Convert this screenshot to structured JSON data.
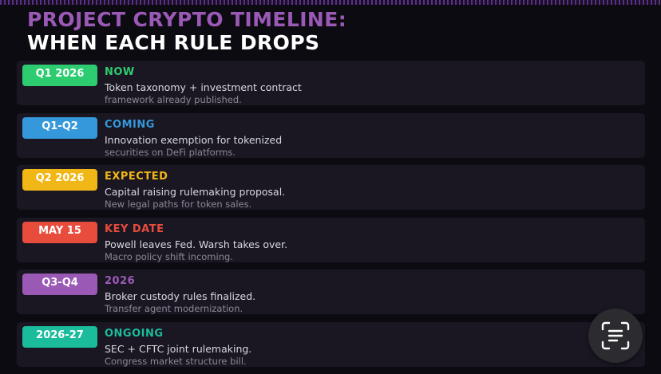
{
  "title": {
    "line1": "PROJECT CRYPTO TIMELINE:",
    "line2": "WHEN EACH RULE DROPS"
  },
  "rows": [
    {
      "badge": "Q1 2026",
      "label": "NOW",
      "main": "Token taxonomy + investment contract",
      "sub": "framework already published.",
      "color": "#2ecc71"
    },
    {
      "badge": "Q1-Q2",
      "label": "COMING",
      "main": "Innovation exemption for tokenized",
      "sub": "securities on DeFi platforms.",
      "color": "#3498db"
    },
    {
      "badge": "Q2 2026",
      "label": "EXPECTED",
      "main": "Capital raising rulemaking proposal.",
      "sub": "New legal paths for token sales.",
      "color": "#f1b716"
    },
    {
      "badge": "MAY 15",
      "label": "KEY DATE",
      "main": "Powell leaves Fed. Warsh takes over.",
      "sub": "Macro policy shift incoming.",
      "color": "#e74c3c"
    },
    {
      "badge": "Q3-Q4",
      "label": "2026",
      "main": "Broker custody rules finalized.",
      "sub": "Transfer agent modernization.",
      "color": "#9b59b6"
    },
    {
      "badge": "2026-27",
      "label": "ONGOING",
      "main": "SEC + CFTC joint rulemaking.",
      "sub": "Congress market structure bill.",
      "color": "#1abc9c"
    }
  ],
  "scan_button": {
    "icon": "document-scan-icon"
  }
}
